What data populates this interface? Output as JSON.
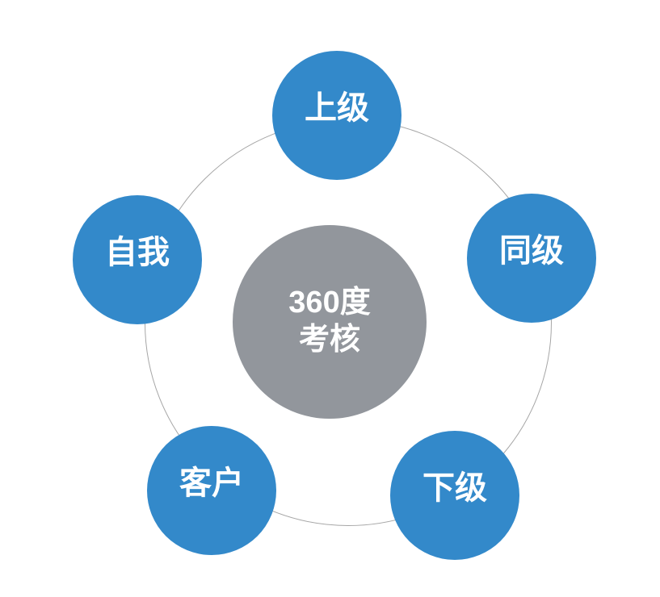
{
  "diagram": {
    "title": "360度考核",
    "center": {
      "lines": [
        "360度",
        "考核"
      ]
    },
    "nodes": [
      {
        "id": "superior",
        "label": "上级"
      },
      {
        "id": "peer",
        "label": "同级"
      },
      {
        "id": "subordinate",
        "label": "下级"
      },
      {
        "id": "customer",
        "label": "客户"
      },
      {
        "id": "self",
        "label": "自我"
      }
    ],
    "colors": {
      "node": "#3389CA",
      "center": "#92969C",
      "ring": "#A6A6A6",
      "text": "#FFFFFF",
      "background": "#FFFFFF"
    }
  }
}
